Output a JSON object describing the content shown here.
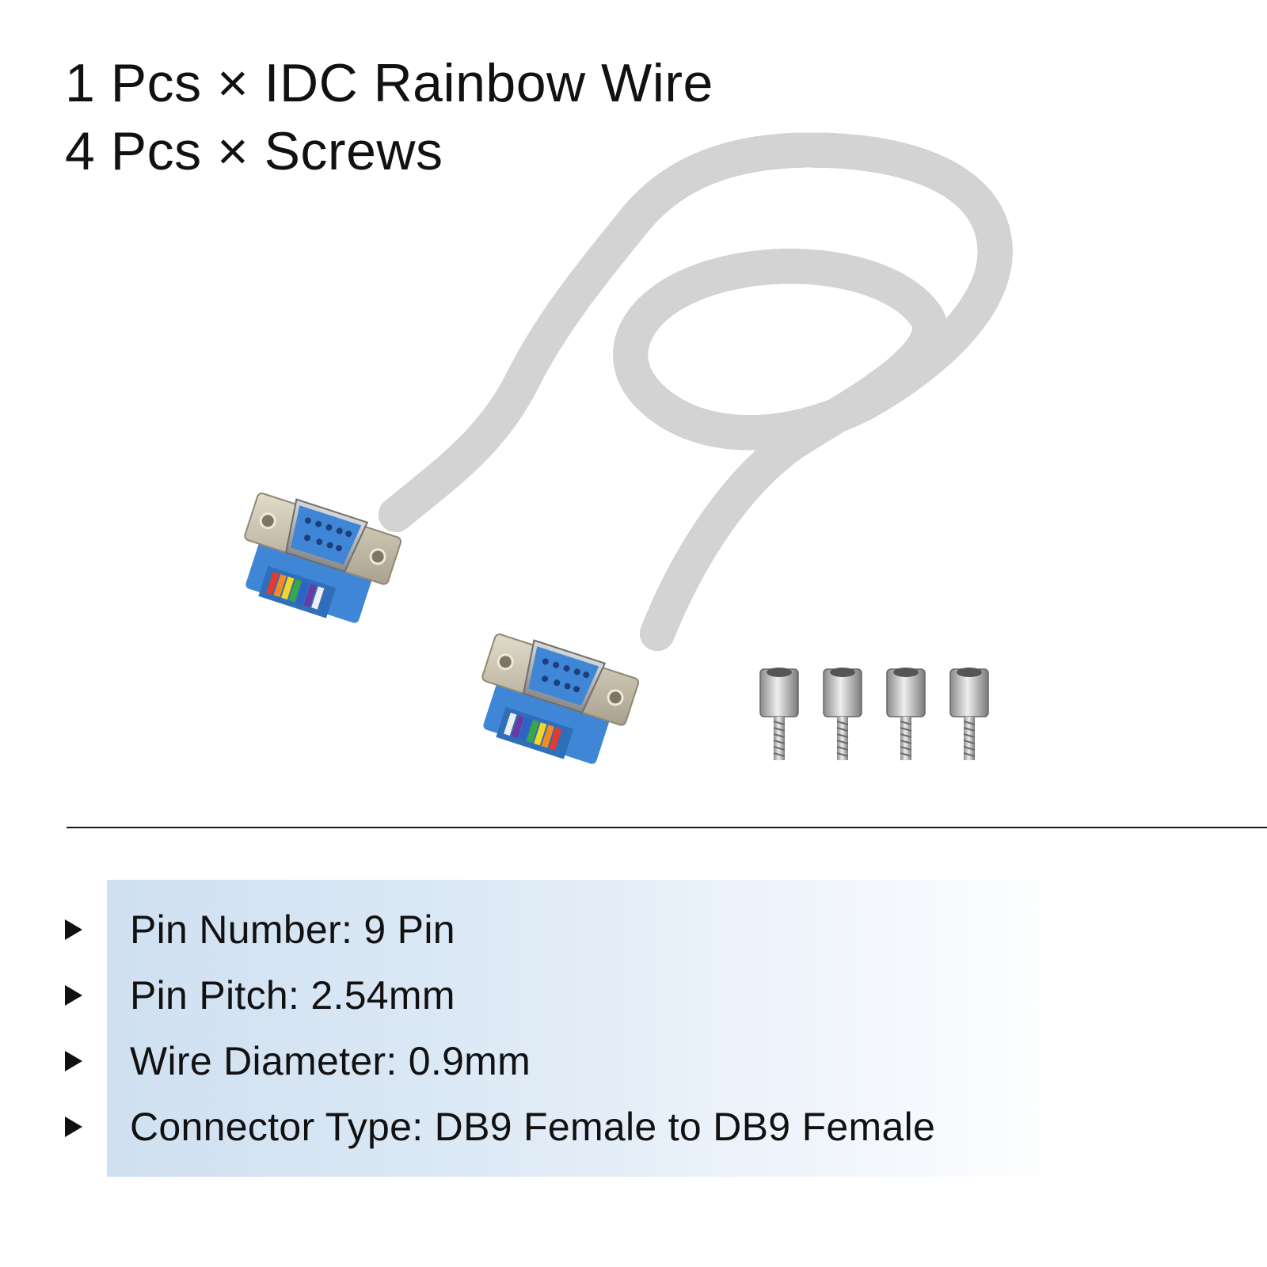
{
  "contents": [
    "1 Pcs × IDC Rainbow Wire",
    "4 Pcs × Screws"
  ],
  "specs": [
    "Pin Number: 9 Pin",
    "Pin Pitch: 2.54mm",
    "Wire Diameter: 0.9mm",
    "Connector Type: DB9 Female to DB9 Female"
  ],
  "colors": {
    "connector_blue": "#3f86d6",
    "shell_metal": "#c9c2ae",
    "cable_grey": "#d7d7d7",
    "panel_blue": "#cfe0f1"
  },
  "icons": [
    "bullet-triangle-icon"
  ]
}
